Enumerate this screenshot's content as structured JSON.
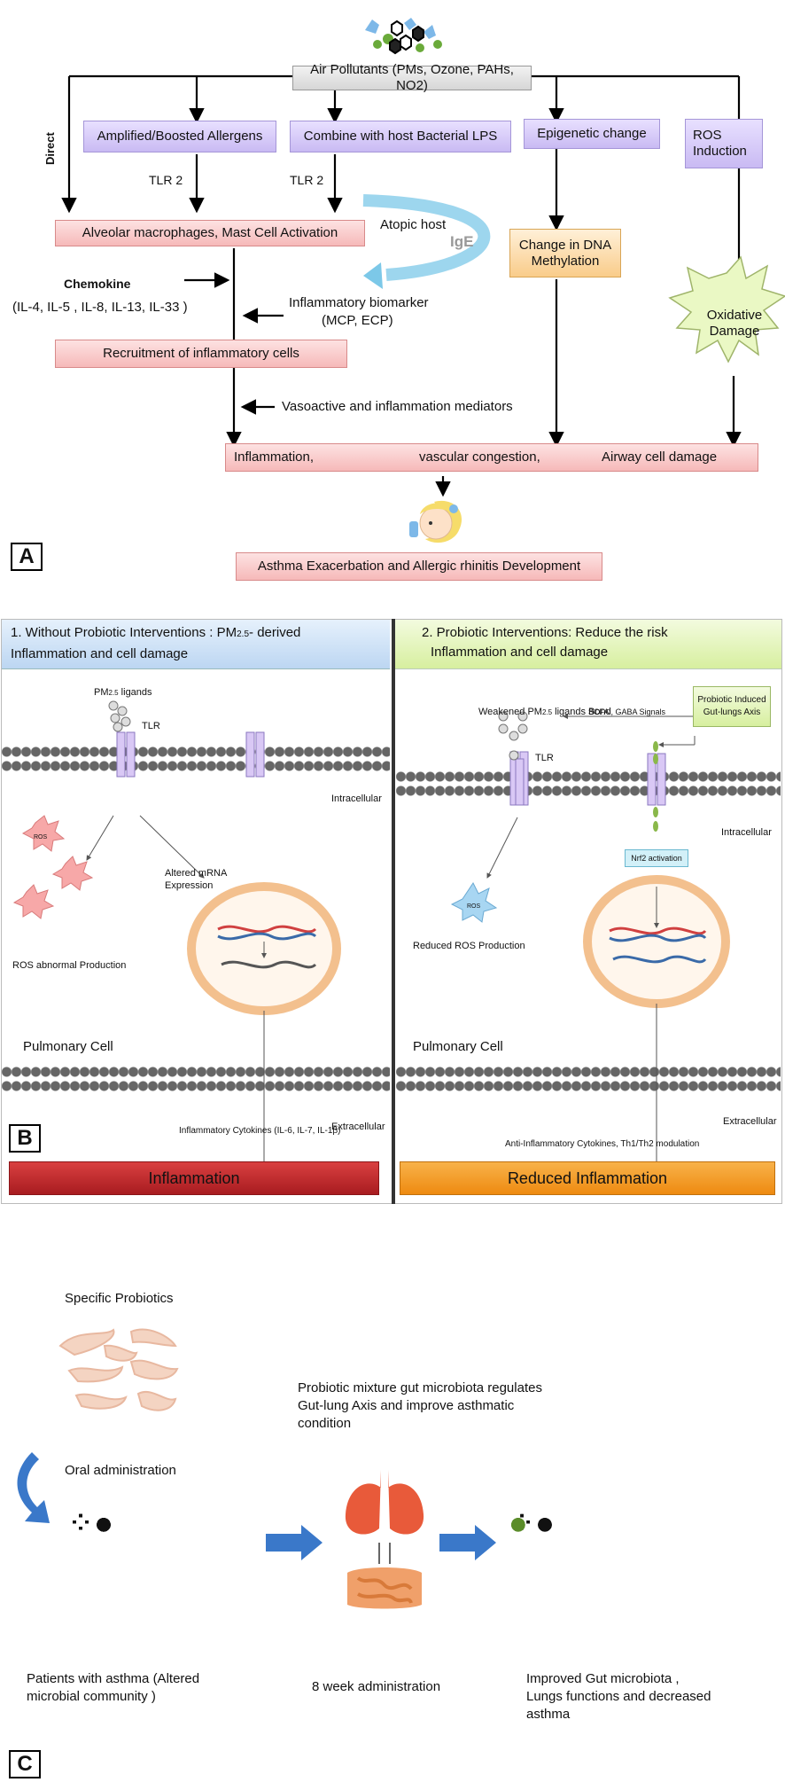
{
  "panel_a": {
    "label": "A",
    "pollutants": "Air Pollutants (PMs, Ozone, PAHs, NO2)",
    "direct": "Direct",
    "allergens": "Amplified/Boosted Allergens",
    "lps": "Combine with host Bacterial LPS",
    "epigenetic": "Epigenetic change",
    "ros_induction_1": "ROS",
    "ros_induction_2": "Induction",
    "tlr2_a": "TLR 2",
    "tlr2_b": "TLR 2",
    "atopic": "Atopic host",
    "ige": "IgE",
    "macrophage": "Alveolar macrophages, Mast Cell Activation",
    "dna_1": "Change in DNA",
    "dna_2": "Methylation",
    "chemokine": "Chemokine",
    "chemokine_list": "(IL-4, IL-5 , IL-8, IL-13, IL-33 )",
    "biomarker": "Inflammatory biomarker",
    "biomarker_list": "(MCP, ECP)",
    "oxidative_1": "Oxidative",
    "oxidative_2": "Damage",
    "recruitment": "Recruitment of inflammatory cells",
    "vasoactive": "Vasoactive and inflammation mediators",
    "inflammation": "Inflammation,",
    "congestion": "vascular congestion,",
    "airway": "Airway cell damage",
    "asthma": "Asthma Exacerbation and Allergic rhinitis Development"
  },
  "panel_b": {
    "label": "B",
    "left_title_1": "1. Without Probiotic Interventions  : PM2.5- derived",
    "left_title_2": "Inflammation and cell damage",
    "right_title_1": "2. Probiotic Interventions:  Reduce the risk",
    "right_title_2": "Inflammation and cell damage",
    "pm_ligands": "PM2.5 ligands",
    "tlr_left": "TLR",
    "intracellular_left": "Intracellular",
    "ros_tag_left": "ROS",
    "altered_mrna_1": "Altered mRNA",
    "altered_mrna_2": "Expression",
    "ros_abnormal": "ROS abnormal Production",
    "pulmonary_left": "Pulmonary Cell",
    "extracellular_left": "Extracellular",
    "cytokines_left": "Inflammatory Cytokines (IL-6, IL-7, IL-1β)",
    "inflammation_bar": "Inflammation",
    "weakened": "Weakened PM2.5 ligands Bond",
    "scfa": "SCFA , GABA  Signals",
    "probiotic_axis_1": "Probiotic Induced",
    "probiotic_axis_2": "Gut-lungs Axis",
    "tlr_right": "TLR",
    "intracellular_right": "Intracellular",
    "nrf2": "Nrf2 activation",
    "ros_tag_right": "ROS",
    "reduced_ros": "Reduced ROS Production",
    "pulmonary_right": "Pulmonary Cell",
    "extracellular_right": "Extracellular",
    "cytokines_right": "Anti-Inflammatory Cytokines,  Th1/Th2 modulation",
    "reduced_bar": "Reduced Inflammation"
  },
  "panel_c": {
    "label": "C",
    "specific": "Specific Probiotics",
    "oral": "Oral administration",
    "mixture_1": "Probiotic mixture gut microbiota regulates",
    "mixture_2": "Gut-lung Axis and improve asthmatic",
    "mixture_3": " condition",
    "patients_1": "Patients with asthma (Altered",
    "patients_2": "microbial community )",
    "week": "8 week administration",
    "improved_1": "Improved Gut microbiota ,",
    "improved_2": "Lungs functions and decreased",
    "improved_3": "asthma"
  },
  "colors": {
    "pink_box": "#f6b9b9",
    "lavender_box": "#c9baf3",
    "orange_box": "#f9cc8a",
    "blue_header": "#cfe3f7",
    "green_header": "#e6f5c0",
    "inflammation_bar": "#c0272d",
    "reduced_bar": "#f39a1e",
    "arrow_blue": "#3a78c9",
    "green_head": "#5b8c2a"
  }
}
